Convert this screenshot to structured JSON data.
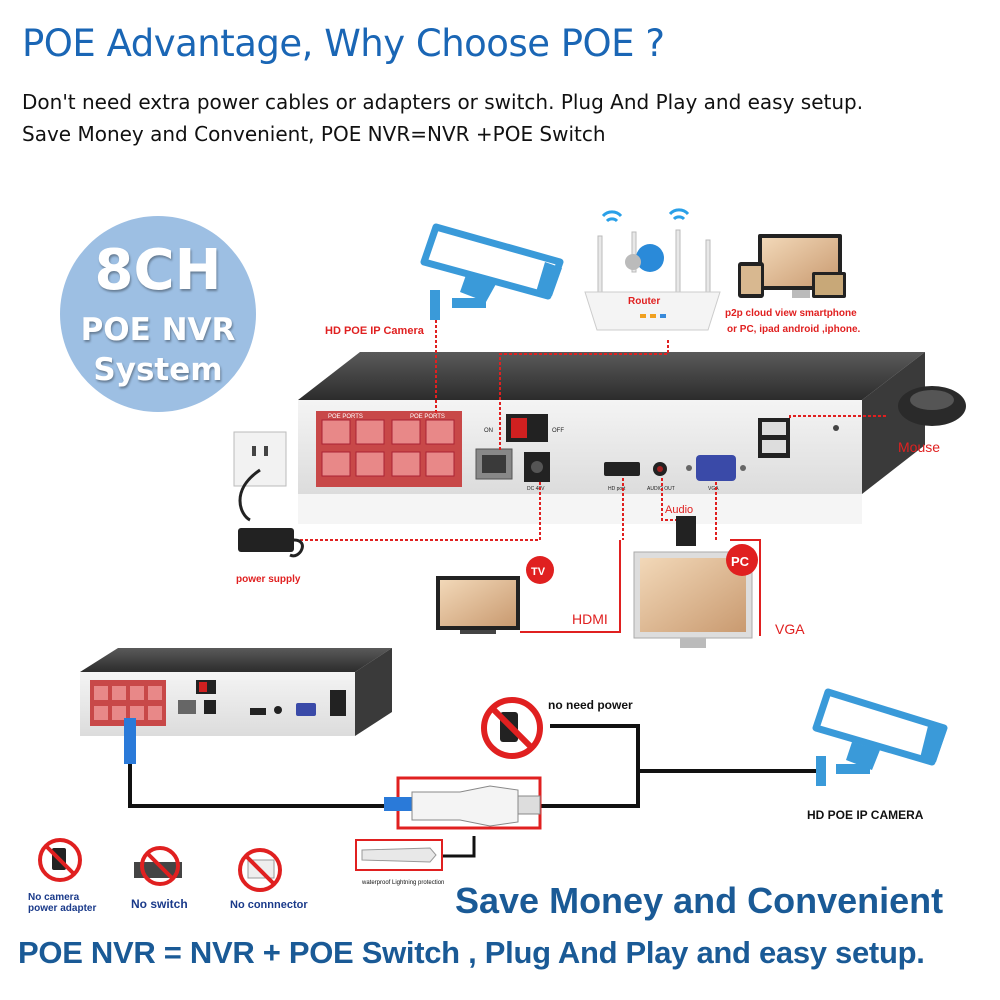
{
  "header": {
    "title": "POE Advantage, Why Choose POE ?",
    "line1": "Don't need extra power cables or adapters or switch. Plug And Play and easy setup.",
    "line2": "Save Money and Convenient, POE NVR=NVR +POE Switch"
  },
  "badge": {
    "line1": "8CH",
    "line2": "POE NVR",
    "line3": "System"
  },
  "labels": {
    "camera": "HD POE IP Camera",
    "router": "Router",
    "p2p_line1": "p2p cloud  view smartphone",
    "p2p_line2": "or PC, ipad android ,iphone.",
    "mouse": "Mouse",
    "power_supply": "power supply",
    "tv": "TV",
    "hdmi": "HDMI",
    "audio": "Audio",
    "pc": "PC",
    "vga": "VGA",
    "no_need_power": "no need power",
    "hd_poe_ip_camera": "HD POE IP CAMERA",
    "waterproof": "waterproof Lightning protection",
    "no_adapter_line1": "No camera",
    "no_adapter_line2": "power adapter",
    "no_switch": "No switch",
    "no_connector": "No connnector"
  },
  "panel": {
    "poe_ports_1": "POE PORTS",
    "poe_ports_2": "POE PORTS",
    "on": "ON",
    "off": "OFF",
    "dc": "DC 48V",
    "hdmi_port": "HD port",
    "audio_out": "AUDIO OUT",
    "vga_port": "VGA"
  },
  "footer": {
    "save": "Save Money and Convenient",
    "equation": "POE NVR = NVR + POE Switch , Plug And Play and easy setup."
  },
  "colors": {
    "title_blue": "#1a66b5",
    "footer_blue": "#1a5a96",
    "accent_red": "#e02020",
    "camera_blue": "#3a9ad9"
  }
}
